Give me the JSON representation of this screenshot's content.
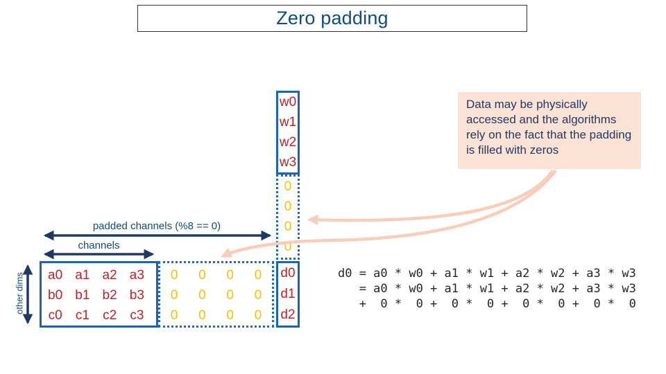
{
  "slide": {
    "title": "Zero padding"
  },
  "diagram": {
    "weights": [
      "w0",
      "w1",
      "w2",
      "w3"
    ],
    "weights_padding": [
      "0",
      "0",
      "0",
      "0"
    ],
    "matrix": [
      [
        "a0",
        "a1",
        "a2",
        "a3"
      ],
      [
        "b0",
        "b1",
        "b2",
        "b3"
      ],
      [
        "c0",
        "c1",
        "c2",
        "c3"
      ]
    ],
    "matrix_padding": [
      [
        "0",
        "0",
        "0",
        "0"
      ],
      [
        "0",
        "0",
        "0",
        "0"
      ],
      [
        "0",
        "0",
        "0",
        "0"
      ]
    ],
    "result": [
      "d0",
      "d1",
      "d2"
    ],
    "labels": {
      "padded_channels": "padded channels (%8 == 0)",
      "channels": "channels",
      "other_dims": "other dims"
    }
  },
  "callout": {
    "text": "Data may be physically accessed and the algorithms rely on the fact that the padding is filled with zeros"
  },
  "equation": {
    "line1": "d0 = a0 * w0 + a1 * w1 + a2 * w2 + a3 * w3",
    "line2": "   = a0 * w0 + a1 * w1 + a2 * w2 + a3 * w3",
    "line3": "   +  0 *  0 +  0 *  0 +  0 *  0 +  0 *  0"
  },
  "colors": {
    "title_blue": "#0f4c81",
    "arrow_navy": "#1f3864",
    "box_border_blue": "#1565be",
    "dotted_border_blue": "#1b6bbf",
    "value_red": "#cc1c24",
    "padding_orange": "#ffc000",
    "callout_bg": "#fbe2d4",
    "callout_arrow_salmon": "#f9cdb9",
    "equation_text": "#262626"
  }
}
